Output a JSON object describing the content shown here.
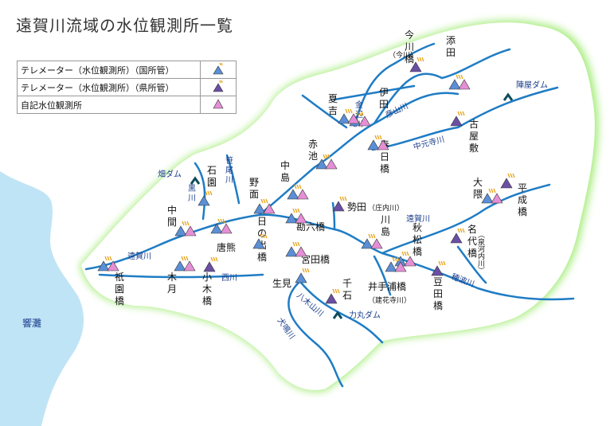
{
  "title": "遠賀川流域の水位観測所一覧",
  "legend": [
    {
      "label": "テレメーター（水位観測所）（国所管）",
      "kind": "telemeter-national"
    },
    {
      "label": "テレメーター（水位観測所）（県所管）",
      "kind": "telemeter-prefecture"
    },
    {
      "label": "自記水位観測所",
      "kind": "self-recording"
    }
  ],
  "colors": {
    "national": "#5b8fd6",
    "prefecture": "#6a4fa3",
    "self_recording": "#e58fd6",
    "river": "#1f7cc4",
    "basin_fill": "#ffffff",
    "basin_glow": "#a6ec7c",
    "sea": "#bfe4f5",
    "antenna": "#e8a317"
  },
  "stations": [
    {
      "name": "今川橋",
      "sub": "（今川）",
      "kind": "prefecture"
    },
    {
      "name": "添田",
      "kind": "national"
    },
    {
      "name": "伊田",
      "kind": "national"
    },
    {
      "name": "夏吉",
      "kind": "national"
    },
    {
      "name": "古屋敷",
      "kind": "prefecture"
    },
    {
      "name": "赤池",
      "kind": "national"
    },
    {
      "name": "春日橋",
      "kind": "national"
    },
    {
      "name": "中島",
      "kind": "national"
    },
    {
      "name": "石園",
      "kind": "national"
    },
    {
      "name": "野面",
      "kind": "national"
    },
    {
      "name": "勢田",
      "sub": "（庄内川）",
      "kind": "prefecture"
    },
    {
      "name": "大隈",
      "kind": "national"
    },
    {
      "name": "平成橋",
      "kind": "prefecture"
    },
    {
      "name": "中間",
      "kind": "national"
    },
    {
      "name": "日の出橋",
      "kind": "national"
    },
    {
      "name": "勘六橋",
      "kind": "national"
    },
    {
      "name": "川島",
      "kind": "national"
    },
    {
      "name": "秋松橋",
      "kind": "national"
    },
    {
      "name": "名代橋",
      "sub": "（泉河内川）",
      "kind": "prefecture"
    },
    {
      "name": "唐熊",
      "kind": "national"
    },
    {
      "name": "宮田橋",
      "kind": "national"
    },
    {
      "name": "祇園橋",
      "kind": "national"
    },
    {
      "name": "木月",
      "kind": "national"
    },
    {
      "name": "小木橋",
      "kind": "prefecture"
    },
    {
      "name": "生見",
      "kind": "national"
    },
    {
      "name": "千石",
      "kind": "prefecture"
    },
    {
      "name": "井手浦橋",
      "sub": "（建花寺川）",
      "kind": "national"
    },
    {
      "name": "豆田橋",
      "kind": "prefecture"
    }
  ],
  "rivers": [
    "金辺川",
    "彦山川",
    "中元寺川",
    "遠賀川",
    "笹尾川",
    "黒川",
    "西川",
    "八木山川",
    "犬鳴川",
    "穂波川"
  ],
  "dams": [
    "陣屋ダム",
    "畑ダム",
    "力丸ダム"
  ],
  "places": [
    "響灘"
  ]
}
